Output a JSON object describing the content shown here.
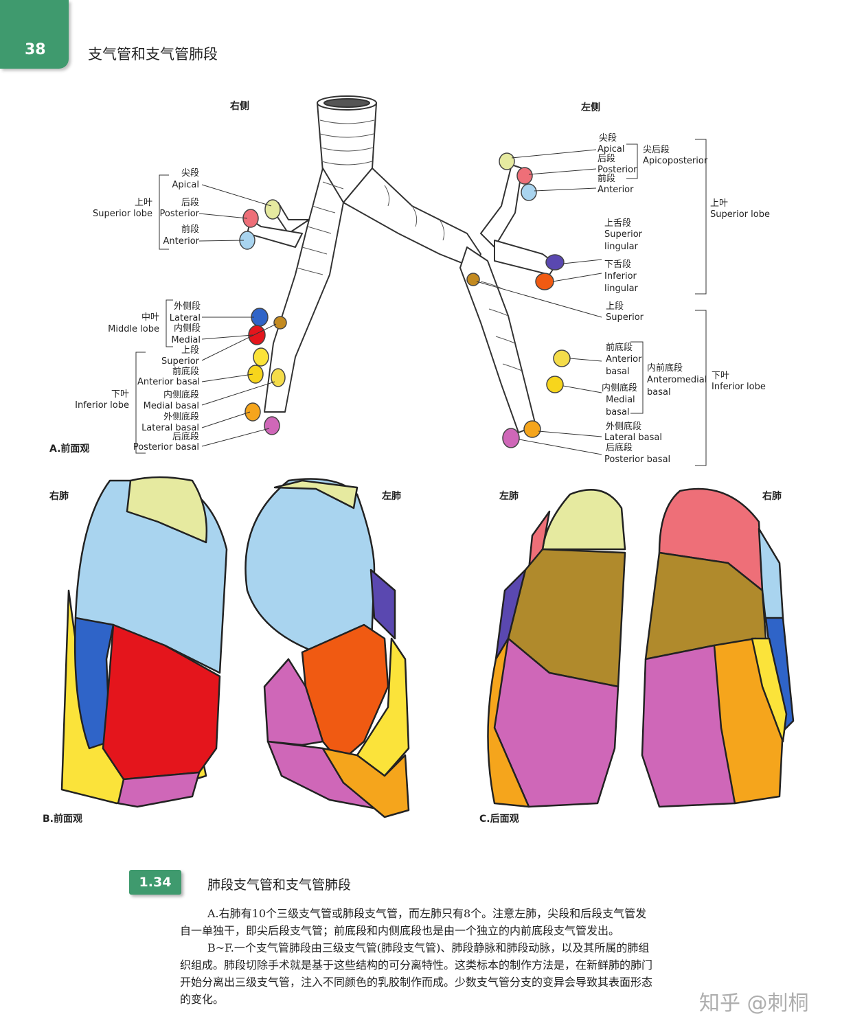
{
  "header": {
    "page_number": "38",
    "title": "支气管和支气管肺段"
  },
  "panel_a": {
    "right_side": "右侧",
    "left_side": "左侧",
    "caption": "A.前面观",
    "right_labels": {
      "superior_lobe_cn": "上叶",
      "superior_lobe_en": "Superior lobe",
      "apical_cn": "尖段",
      "apical_en": "Apical",
      "posterior_cn": "后段",
      "posterior_en": "Posterior",
      "anterior_cn": "前段",
      "anterior_en": "Anterior",
      "middle_lobe_cn": "中叶",
      "middle_lobe_en": "Middle lobe",
      "lateral_cn": "外侧段",
      "lateral_en": "Lateral",
      "medial_cn": "内侧段",
      "medial_en": "Medial",
      "inferior_lobe_cn": "下叶",
      "inferior_lobe_en": "Inferior lobe",
      "superior_cn": "上段",
      "superior_en": "Superior",
      "anterior_basal_cn": "前底段",
      "anterior_basal_en": "Anterior basal",
      "medial_basal_cn": "内侧底段",
      "medial_basal_en": "Medial basal",
      "lateral_basal_cn": "外侧底段",
      "lateral_basal_en": "Lateral basal",
      "posterior_basal_cn": "后底段",
      "posterior_basal_en": "Posterior basal"
    },
    "left_labels": {
      "apical_cn": "尖段",
      "apical_en": "Apical",
      "posterior_cn": "后段",
      "posterior_en": "Posterior",
      "anterior_cn": "前段",
      "anterior_en": "Anterior",
      "apicoposterior_cn": "尖后段",
      "apicoposterior_en": "Apicoposterior",
      "superior_lobe_cn": "上叶",
      "superior_lobe_en": "Superior lobe",
      "superior_lingular_cn": "上舌段",
      "superior_lingular_en1": "Superior",
      "superior_lingular_en2": "lingular",
      "inferior_lingular_cn": "下舌段",
      "inferior_lingular_en1": "Inferior",
      "inferior_lingular_en2": "lingular",
      "superior_cn": "上段",
      "superior_en": "Superior",
      "anterior_basal_cn": "前底段",
      "anterior_basal_en1": "Anterior",
      "anterior_basal_en2": "basal",
      "anteromedial_cn": "内前底段",
      "anteromedial_en1": "Anteromedial",
      "anteromedial_en2": "basal",
      "medial_basal_cn": "内侧底段",
      "medial_basal_en1": "Medial",
      "medial_basal_en2": "basal",
      "inferior_lobe_cn": "下叶",
      "inferior_lobe_en": "Inferior lobe",
      "lateral_basal_cn": "外侧底段",
      "lateral_basal_en": "Lateral basal",
      "posterior_basal_cn": "后底段",
      "posterior_basal_en": "Posterior basal"
    }
  },
  "panel_b": {
    "right_lung": "右肺",
    "left_lung": "左肺",
    "caption": "B.前面观"
  },
  "panel_c": {
    "left_lung": "左肺",
    "right_lung": "右肺",
    "caption": "C.后面观"
  },
  "figure": {
    "number": "1.34",
    "title": "肺段支气管和支气管肺段",
    "para1": "A.右肺有10个三级支气管或肺段支气管，而左肺只有8个。注意左肺，尖段和后段支气管发自一单独干，即尖后段支气管；前底段和内侧底段也是由一个独立的内前底段支气管发出。",
    "para2": "B~F.一个支气管肺段由三级支气管(肺段支气管)、肺段静脉和肺段动脉，以及其所属的肺组织组成。肺段切除手术就是基于这些结构的可分离特性。这类标本的制作方法是，在新鲜肺的肺门开始分离出三级支气管，注入不同颜色的乳胶制作而成。少数支气管分支的变异会导致其表面形态的变化。"
  },
  "watermark": "知乎 @刺桐",
  "colors": {
    "accent_green": "#3f9a6e",
    "apical_yellow": "#e6eaa0",
    "posterior_pink": "#ee6f78",
    "anterior_blue": "#a9d4ef",
    "lateral_blue": "#2f64c8",
    "medial_red": "#e4151c",
    "superior_yellow": "#fbe33a",
    "anterior_basal_yellow": "#f7d51c",
    "lateral_basal_orange": "#f5a51c",
    "posterior_basal_purple": "#cf67b8",
    "lingular_superior_purple": "#5a48b0",
    "lingular_inferior_orange": "#f05a12",
    "brown_superior": "#b08a2c"
  }
}
